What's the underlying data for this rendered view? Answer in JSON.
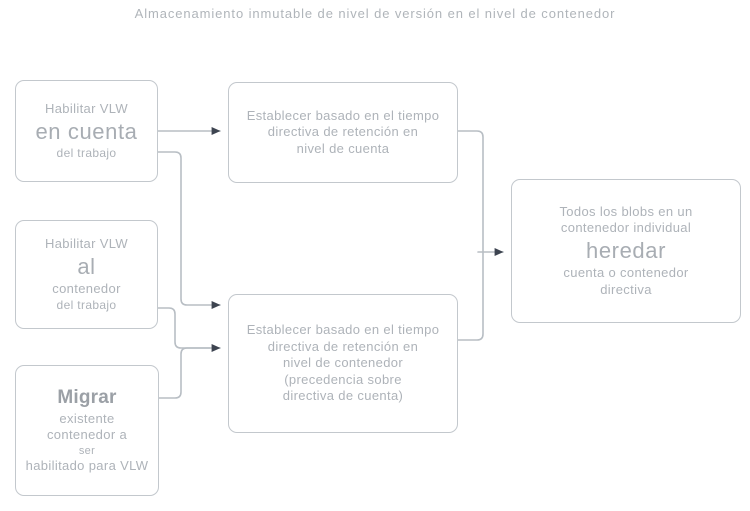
{
  "title": "Almacenamiento inmutable de nivel de versión en el nivel de contenedor",
  "colors": {
    "background": "#ffffff",
    "text": "#aeb3b9",
    "text_strong": "#9ba0a6",
    "node_border": "#c3c8cd",
    "connector": "#b8bec4",
    "arrowhead": "#3d4450"
  },
  "nodes": {
    "enable_account": {
      "name": "Habilitar VLW en cuenta del trabajo",
      "lines": [
        {
          "text": "Habilitar VLW",
          "size": "md"
        },
        {
          "text": "en cuenta",
          "size": "lg"
        },
        {
          "text": "del trabajo",
          "size": "sm"
        }
      ]
    },
    "enable_container": {
      "name": "Habilitar VLW al contenedor del trabajo",
      "lines": [
        {
          "text": "Habilitar VLW",
          "size": "md"
        },
        {
          "text": "al",
          "size": "lg"
        },
        {
          "text": "contenedor",
          "size": "md"
        },
        {
          "text": "del trabajo",
          "size": "sm"
        }
      ]
    },
    "migrate": {
      "name": "Migrar existente contenedor a ser habilitado para VLW",
      "lines": [
        {
          "text": "Migrar",
          "size": "lgb"
        },
        {
          "text": "existente",
          "size": "md"
        },
        {
          "text": "contenedor a",
          "size": "md"
        },
        {
          "text": "ser",
          "size": "xs"
        },
        {
          "text": "habilitado para VLW",
          "size": "md"
        }
      ]
    },
    "account_policy": {
      "name": "Establecer directiva de retención basada en el tiempo en nivel de cuenta",
      "lines": [
        {
          "text": "Establecer basado en el tiempo",
          "size": "md"
        },
        {
          "text": "directiva de retención en",
          "size": "md"
        },
        {
          "text": "nivel de cuenta",
          "size": "md"
        }
      ]
    },
    "container_policy": {
      "name": "Establecer directiva de retención basada en el tiempo en nivel de contenedor",
      "lines": [
        {
          "text": "Establecer basado en el tiempo",
          "size": "md"
        },
        {
          "text": "directiva de retención en",
          "size": "md"
        },
        {
          "text": "nivel de contenedor",
          "size": "md"
        },
        {
          "text": "(precedencia sobre",
          "size": "md"
        },
        {
          "text": "directiva de cuenta)",
          "size": "md"
        }
      ]
    },
    "inherit": {
      "name": "Todos los blobs heredan la directiva de cuenta o contenedor",
      "lines": [
        {
          "text": "Todos los blobs en un",
          "size": "md"
        },
        {
          "text": "contenedor individual",
          "size": "md"
        },
        {
          "text": "heredar",
          "size": "lg"
        },
        {
          "text": "cuenta o contenedor",
          "size": "md"
        },
        {
          "text": "directiva",
          "size": "md"
        }
      ]
    }
  },
  "edges": [
    {
      "name": "enable-account-to-account-policy",
      "from": "enable_account",
      "to": "account_policy",
      "arrow": true
    },
    {
      "name": "enable-account-to-container-policy",
      "from": "enable_account",
      "to": "container_policy",
      "arrow": true
    },
    {
      "name": "enable-container-to-container-policy",
      "from": "enable_container",
      "to": "container_policy",
      "arrow": true
    },
    {
      "name": "migrate-to-container-policy",
      "from": "migrate",
      "to": "container_policy",
      "arrow": false
    },
    {
      "name": "account-policy-to-inherit",
      "from": "account_policy",
      "to": "inherit",
      "arrow": true
    },
    {
      "name": "container-policy-to-inherit",
      "from": "container_policy",
      "to": "inherit",
      "arrow": true
    }
  ]
}
